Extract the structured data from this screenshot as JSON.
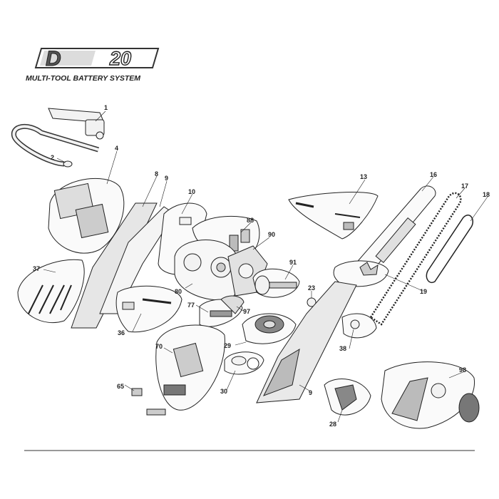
{
  "logo": {
    "mark": "D",
    "number": "20",
    "tagline": "MULTI-TOOL BATTERY SYSTEM"
  },
  "callouts": {
    "c1": "1",
    "c2": "2",
    "c4": "4",
    "c8": "8",
    "c9a": "9",
    "c10": "10",
    "c13": "13",
    "c16": "16",
    "c17": "17",
    "c18": "18",
    "c19": "19",
    "c23": "23",
    "c28": "28",
    "c29": "29",
    "c30": "30",
    "c36": "36",
    "c37": "37",
    "c38": "38",
    "c65": "65",
    "c70": "70",
    "c77": "77",
    "c80": "80",
    "c88": "88",
    "c90": "90",
    "c91": "91",
    "c97": "97",
    "c98": "98",
    "c9b": "9"
  },
  "colors": {
    "ink": "#222222",
    "fill": "#f2f2f2",
    "shade": "#bdbdbd",
    "dark": "#555555"
  }
}
